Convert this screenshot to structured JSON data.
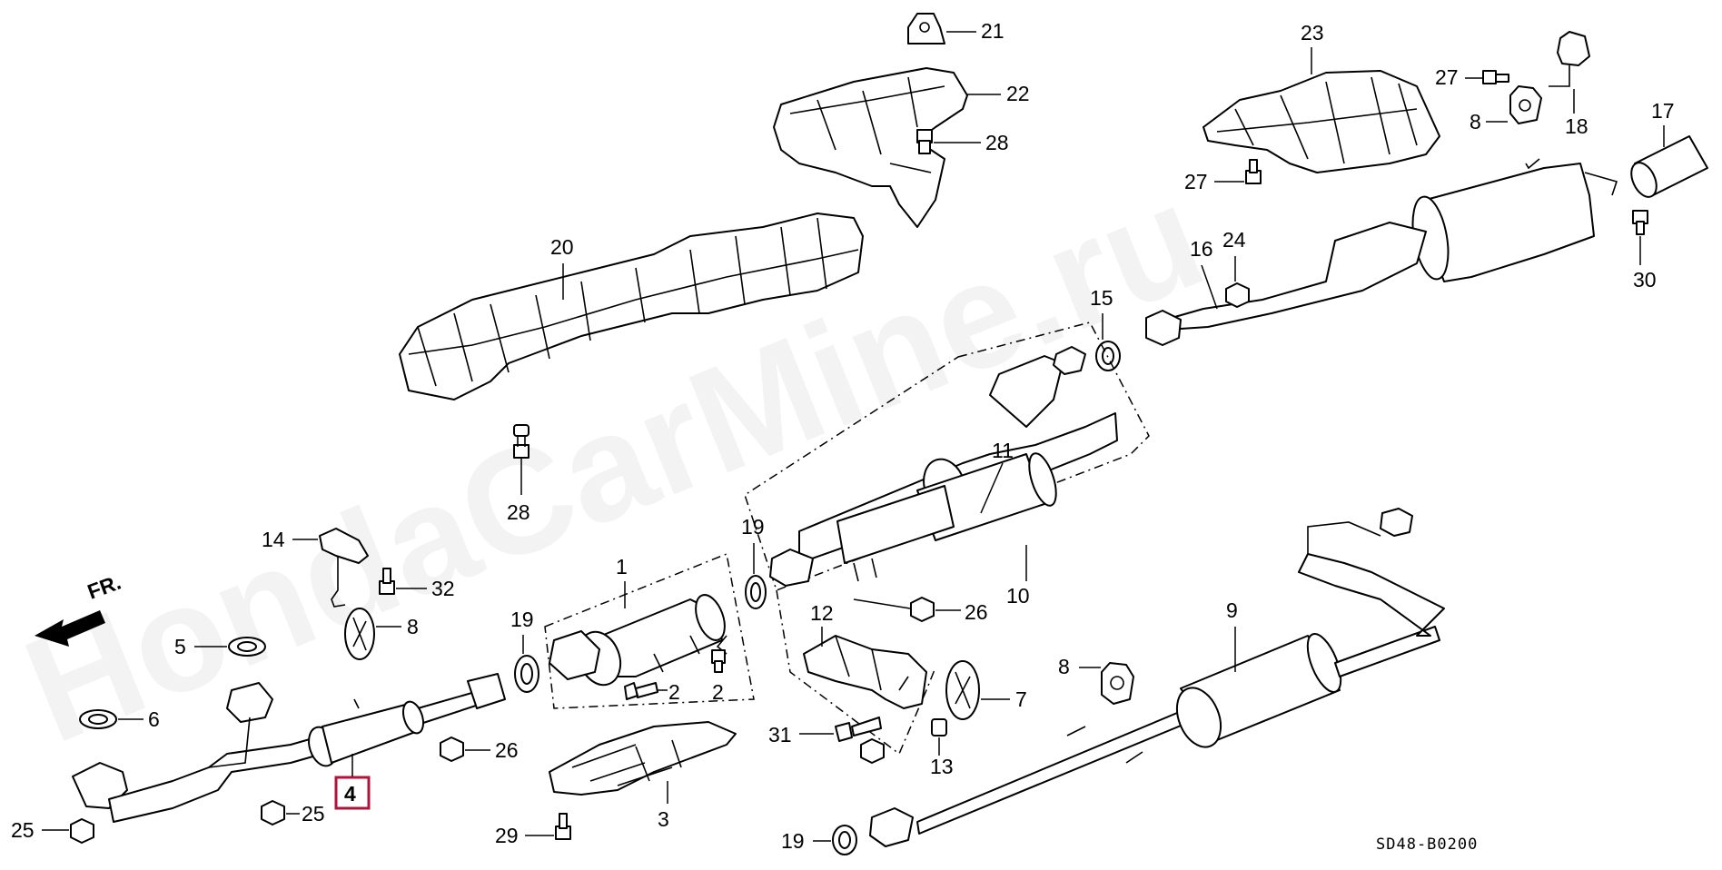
{
  "watermark": "HondaCarMine.ru",
  "diagram_code": "SD48-B0200",
  "direction_label": "FR.",
  "highlighted_part": "4",
  "callouts": {
    "c1": "1",
    "c2a": "2",
    "c2b": "2",
    "c3": "3",
    "c4": "4",
    "c5": "5",
    "c6": "6",
    "c7": "7",
    "c8a": "8",
    "c8b": "8",
    "c8c": "8",
    "c9": "9",
    "c10": "10",
    "c11": "11",
    "c12": "12",
    "c13": "13",
    "c14": "14",
    "c15": "15",
    "c16": "16",
    "c17": "17",
    "c18": "18",
    "c19a": "19",
    "c19b": "19",
    "c19c": "19",
    "c20": "20",
    "c21": "21",
    "c22": "22",
    "c23": "23",
    "c24": "24",
    "c25a": "25",
    "c25b": "25",
    "c26a": "26",
    "c26b": "26",
    "c27a": "27",
    "c27b": "27",
    "c28a": "28",
    "c28b": "28",
    "c29": "29",
    "c30": "30",
    "c31": "31",
    "c32": "32"
  }
}
